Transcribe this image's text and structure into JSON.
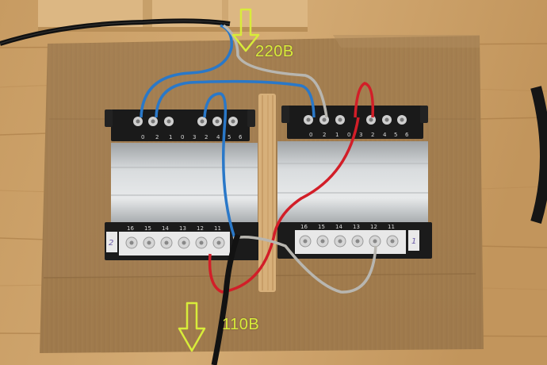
{
  "annotations": {
    "top_voltage": "220B",
    "bottom_voltage": "110B"
  },
  "colors": {
    "annotation": "#d8ec3a",
    "blue_wire": "#2a78c8",
    "red_wire": "#d21e28",
    "grey_wire": "#b8b6b0",
    "black_cable": "#141414",
    "cardboard": "#a98455",
    "wood_floor": "#c9a06a"
  },
  "transformer_left": {
    "marker": "2",
    "top_terminals": [
      "0",
      "2",
      "1",
      "0",
      "3",
      "2",
      "4",
      "5",
      "6"
    ],
    "bottom_terminals": [
      "16",
      "15",
      "14",
      "13",
      "12",
      "11"
    ]
  },
  "transformer_right": {
    "marker": "1",
    "top_terminals": [
      "0",
      "2",
      "1",
      "0",
      "3",
      "2",
      "4",
      "5",
      "6"
    ],
    "bottom_terminals": [
      "16",
      "15",
      "14",
      "13",
      "12",
      "11"
    ]
  }
}
